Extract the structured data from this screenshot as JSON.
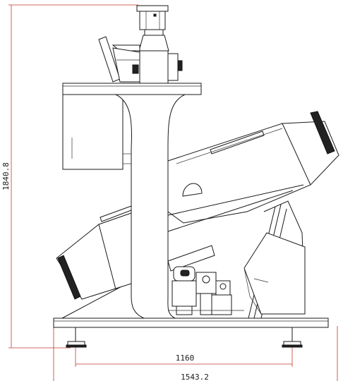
{
  "dimensions": {
    "height": "1840.8",
    "feet_span": "1160",
    "overall_width": "1543.2"
  },
  "colors": {
    "outline": "#1a1a1a",
    "dimension_line": "#c0392b",
    "background": "#ffffff"
  }
}
